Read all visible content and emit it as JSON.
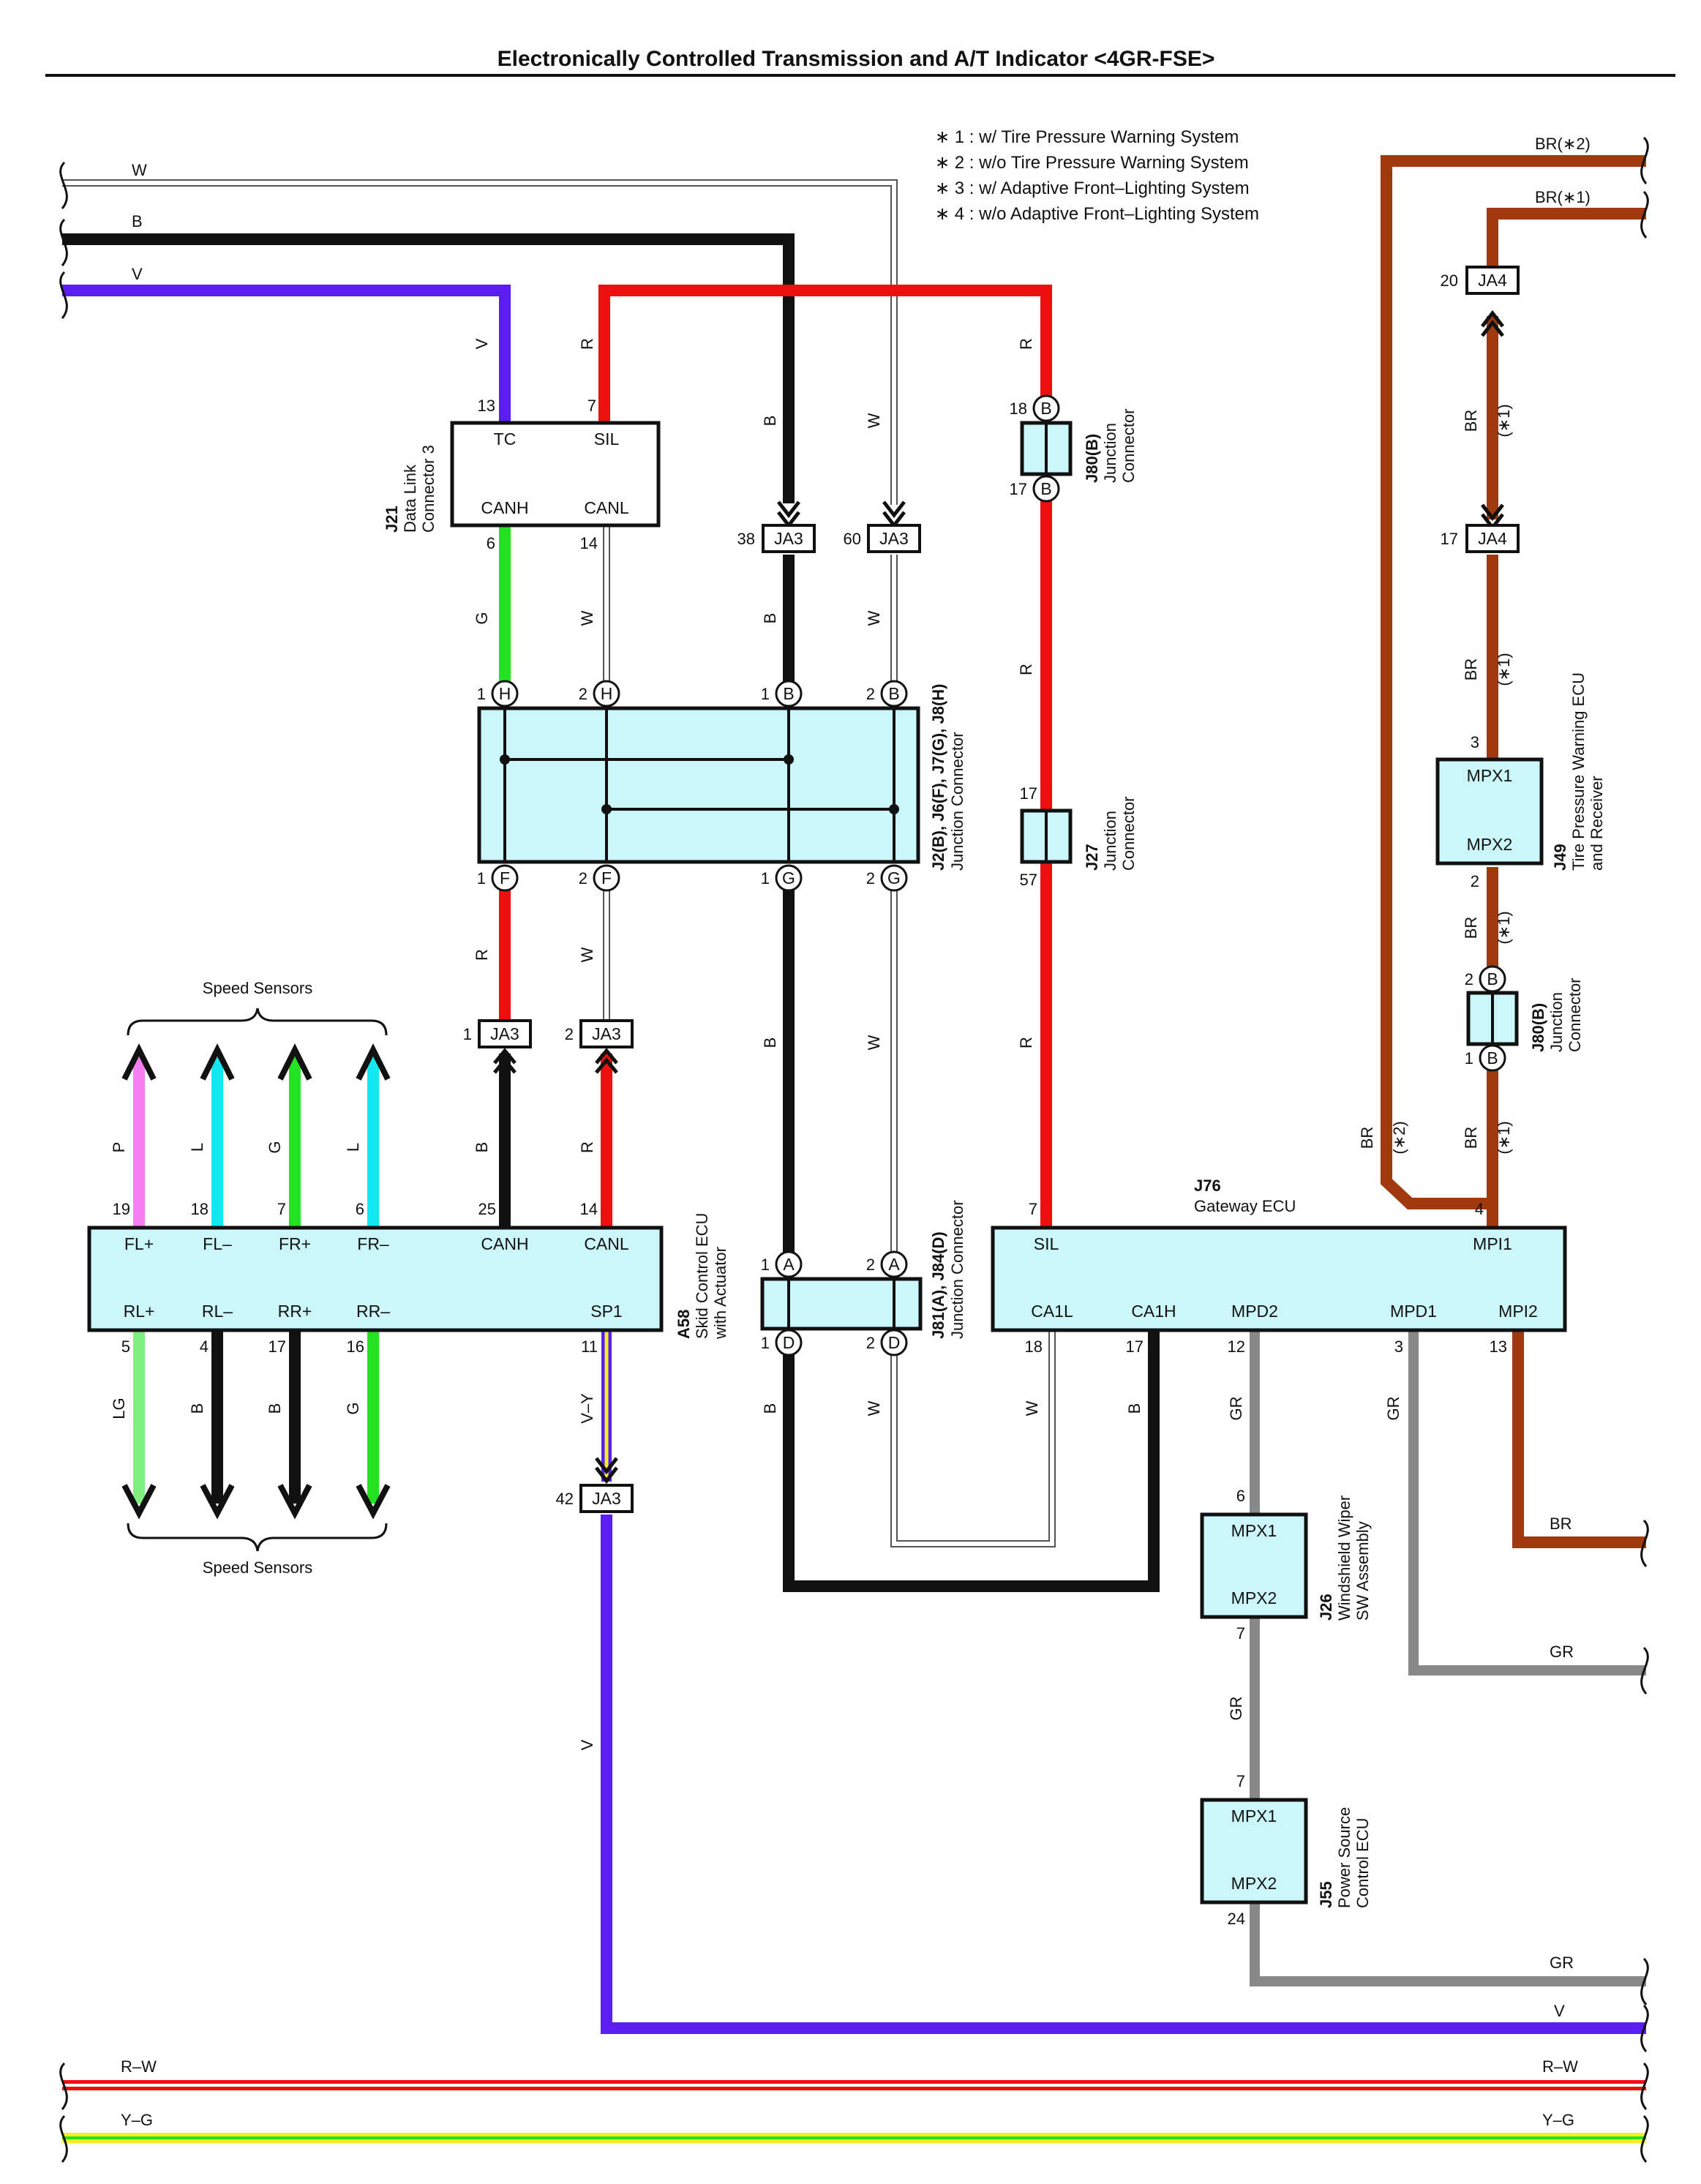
{
  "title": "Electronically Controlled Transmission and A/T Indicator <4GR-FSE>",
  "notes": [
    "∗ 1 : w/ Tire Pressure Warning System",
    "∗ 2 : w/o Tire Pressure Warning System",
    "∗ 3 : w/ Adaptive Front–Lighting System",
    "∗ 4 : w/o Adaptive Front–Lighting System"
  ],
  "wire_colors": {
    "W": "#ffffff",
    "B": "#111111",
    "V": "#5a1ef0",
    "R": "#ee0f0f",
    "G": "#22e222",
    "BR": "#a03a0e",
    "GR": "#888888",
    "P": "#f57ff0",
    "L": "#11e8f2",
    "LG": "#80ee80",
    "Y": "#f4ef22"
  },
  "wire_labels": {
    "top_w": "W",
    "top_b": "B",
    "top_v": "V",
    "br2": "BR(∗2)",
    "br1": "BR(∗1)",
    "v": "V",
    "r": "R",
    "b": "B",
    "w": "W",
    "g": "G",
    "br": "BR",
    "gr": "GR",
    "p": "P",
    "l": "L",
    "lg": "LG",
    "vy": "V–Y",
    "star1": "(∗1)",
    "star2": "(∗2)",
    "right_br": "BR",
    "right_gr": "GR",
    "right_gr2": "GR",
    "right_v": "V",
    "rw": "R–W",
    "yg": "Y–G"
  },
  "components": {
    "j21": {
      "code": "J21",
      "name1": "Data Link",
      "name2": "Connector 3",
      "tc": "TC",
      "sil": "SIL",
      "canh": "CANH",
      "canl": "CANL",
      "p13": "13",
      "p7": "7",
      "p6": "6",
      "p14": "14"
    },
    "jc1": {
      "code": "J2(B), J6(F), J7(G), J8(H)",
      "name": "Junction Connector"
    },
    "j80a": {
      "code": "J80(B)",
      "name1": "Junction",
      "name2": "Connector",
      "p18": "18",
      "p17": "17"
    },
    "j27": {
      "code": "J27",
      "name1": "Junction",
      "name2": "Connector",
      "p17": "17",
      "p57": "57"
    },
    "j49": {
      "code": "J49",
      "name1": "Tire Pressure Warning ECU",
      "name2": "and Receiver",
      "mpx1": "MPX1",
      "mpx2": "MPX2",
      "p3": "3",
      "p2": "2"
    },
    "j80b": {
      "code": "J80(B)",
      "name1": "Junction",
      "name2": "Connector",
      "p2": "2",
      "p1": "1"
    },
    "a58": {
      "code": "A58",
      "name1": "Skid Control ECU",
      "name2": "with Actuator",
      "top": [
        "FL+",
        "FL–",
        "FR+",
        "FR–",
        "CANH",
        "CANL"
      ],
      "top_pins": [
        "19",
        "18",
        "7",
        "6",
        "25",
        "14"
      ],
      "bottom": [
        "RL+",
        "RL–",
        "RR+",
        "RR–",
        "SP1"
      ],
      "bottom_pins": [
        "5",
        "4",
        "17",
        "16",
        "11"
      ]
    },
    "jc2": {
      "code": "J81(A), J84(D)",
      "name": "Junction Connector"
    },
    "j76": {
      "code": "J76",
      "name": "Gateway ECU",
      "sil": "SIL",
      "mpi1": "MPI1",
      "ca1l": "CA1L",
      "ca1h": "CA1H",
      "mpd2": "MPD2",
      "mpd1": "MPD1",
      "mpi2": "MPI2",
      "p7": "7",
      "p4": "4",
      "p18": "18",
      "p17": "17",
      "p12": "12",
      "p3": "3",
      "p13": "13"
    },
    "j26": {
      "code": "J26",
      "name1": "Windshield Wiper",
      "name2": "SW Assembly",
      "mpx1": "MPX1",
      "mpx2": "MPX2",
      "p6": "6",
      "p7": "7"
    },
    "j55": {
      "code": "J55",
      "name1": "Power Source",
      "name2": "Control ECU",
      "mpx1": "MPX1",
      "mpx2": "MPX2",
      "p7": "7",
      "p24": "24"
    }
  },
  "jcn": {
    "ja3": "JA3",
    "ja4": "JA4",
    "ja3_38": "38",
    "ja3_60": "60",
    "ja3_1": "1",
    "ja3_2": "2",
    "ja3_42": "42",
    "ja4_20": "20",
    "ja4_17": "17"
  },
  "jc_pins": {
    "h": "H",
    "b": "B",
    "f": "F",
    "g": "G",
    "a": "A",
    "d": "D",
    "n1": "1",
    "n2": "2"
  },
  "speed_sensors": "Speed Sensors"
}
